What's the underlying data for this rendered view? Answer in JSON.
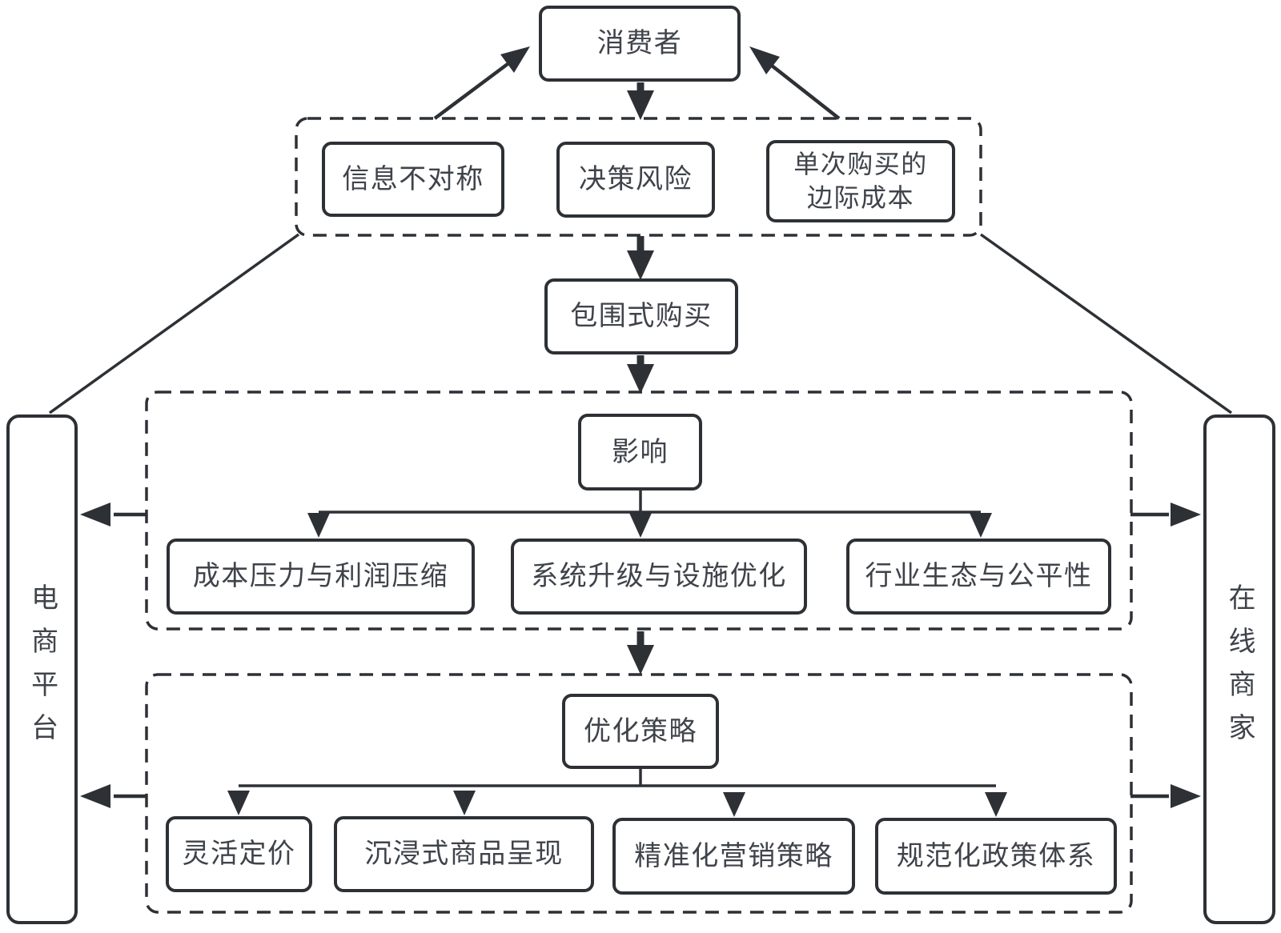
{
  "colors": {
    "line": "#2d3136",
    "text": "#3f434a",
    "background": "#ffffff"
  },
  "nodes": {
    "consumer": "消费者",
    "factor_info_asymmetry": "信息不对称",
    "factor_decision_risk": "决策风险",
    "factor_marginal_cost_line1": "单次购买的",
    "factor_marginal_cost_line2": "边际成本",
    "surround_purchase": "包围式购买",
    "impact": "影响",
    "impact_cost_pressure": "成本压力与利润压缩",
    "impact_system_upgrade": "系统升级与设施优化",
    "impact_industry_fairness": "行业生态与公平性",
    "strategy": "优化策略",
    "strategy_flexible_pricing": "灵活定价",
    "strategy_immersive_presentation": "沉浸式商品呈现",
    "strategy_precision_marketing": "精准化营销策略",
    "strategy_policy_system": "规范化政策体系",
    "side_left_platform": "电商平台",
    "side_right_merchant": "在线商家"
  }
}
